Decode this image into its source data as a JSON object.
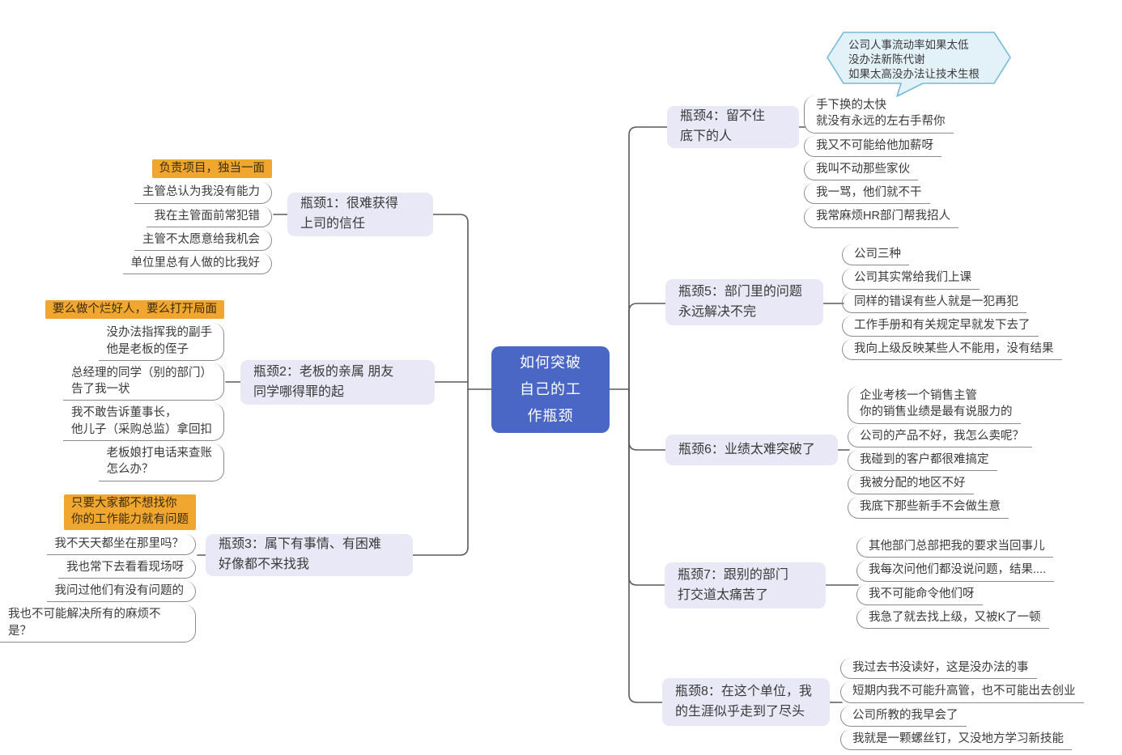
{
  "center": {
    "label": "如何突破\n自己的工\n作瓶颈"
  },
  "callout": {
    "text": "公司人事流动率如果太低\n没办法新陈代谢\n如果太高没办法让技术生根"
  },
  "colors": {
    "central_bg": "#4a67c6",
    "central_text": "#ffffff",
    "branch_bg": "#e8e8f6",
    "highlight_bg": "#f0a62f",
    "connector": "#5a5a5a",
    "child_border": "#8a8a8a",
    "callout_fill": "#e3f1f9",
    "callout_stroke": "#74b9da"
  },
  "branches": [
    {
      "label": "瓶颈1：很难获得\n上司的信任",
      "children": [
        {
          "text": "负责项目，独当一面",
          "highlight": true
        },
        {
          "text": "主管总认为我没有能力"
        },
        {
          "text": "我在主管面前常犯错"
        },
        {
          "text": "主管不太愿意给我机会"
        },
        {
          "text": "单位里总有人做的比我好"
        }
      ]
    },
    {
      "label": "瓶颈2：老板的亲属 朋友\n同学哪得罪的起",
      "children": [
        {
          "text": "要么做个烂好人，要么打开局面",
          "highlight": true
        },
        {
          "text": "没办法指挥我的副手\n他是老板的侄子"
        },
        {
          "text": "总经理的同学（别的部门）\n告了我一状"
        },
        {
          "text": "我不敢告诉董事长，\n他儿子（采购总监）拿回扣"
        },
        {
          "text": "老板娘打电话来查账\n怎么办？"
        }
      ]
    },
    {
      "label": "瓶颈3：属下有事情、有困难\n好像都不来找我",
      "children": [
        {
          "text": "只要大家都不想找你\n你的工作能力就有问题",
          "highlight": true
        },
        {
          "text": "我不天天都坐在那里吗？"
        },
        {
          "text": "我也常下去看看现场呀"
        },
        {
          "text": "我问过他们有没有问题的"
        },
        {
          "text": "我也不可能解决所有的麻烦不是？"
        }
      ]
    },
    {
      "label": "瓶颈4：留不住\n底下的人",
      "children": [
        {
          "text": "手下换的太快\n就没有永远的左右手帮你"
        },
        {
          "text": "我又不可能给他加薪呀"
        },
        {
          "text": "我叫不动那些家伙"
        },
        {
          "text": "我一骂，他们就不干"
        },
        {
          "text": "我常麻烦HR部门帮我招人"
        }
      ]
    },
    {
      "label": "瓶颈5：部门里的问题\n永远解决不完",
      "children": [
        {
          "text": "公司三种"
        },
        {
          "text": "公司其实常给我们上课"
        },
        {
          "text": "同样的错误有些人就是一犯再犯"
        },
        {
          "text": "工作手册和有关规定早就发下去了"
        },
        {
          "text": "我向上级反映某些人不能用，没有结果"
        }
      ]
    },
    {
      "label": "瓶颈6：业绩太难突破了",
      "children": [
        {
          "text": "企业考核一个销售主管\n你的销售业绩是最有说服力的"
        },
        {
          "text": "公司的产品不好，我怎么卖呢？"
        },
        {
          "text": "我碰到的客户都很难搞定"
        },
        {
          "text": "我被分配的地区不好"
        },
        {
          "text": "我底下那些新手不会做生意"
        }
      ]
    },
    {
      "label": "瓶颈7：跟别的部门\n打交道太痛苦了",
      "children": [
        {
          "text": "其他部门总部把我的要求当回事儿"
        },
        {
          "text": "我每次问他们都没说问题，结果...."
        },
        {
          "text": "我不可能命令他们呀"
        },
        {
          "text": "我急了就去找上级，又被K了一顿"
        }
      ]
    },
    {
      "label": "瓶颈8：在这个单位，我\n的生涯似乎走到了尽头",
      "children": [
        {
          "text": "我过去书没读好，这是没办法的事"
        },
        {
          "text": "短期内我不可能升高管，也不可能出去创业"
        },
        {
          "text": "公司所教的我早会了"
        },
        {
          "text": "我就是一颗螺丝钉，又没地方学习新技能"
        }
      ]
    }
  ]
}
